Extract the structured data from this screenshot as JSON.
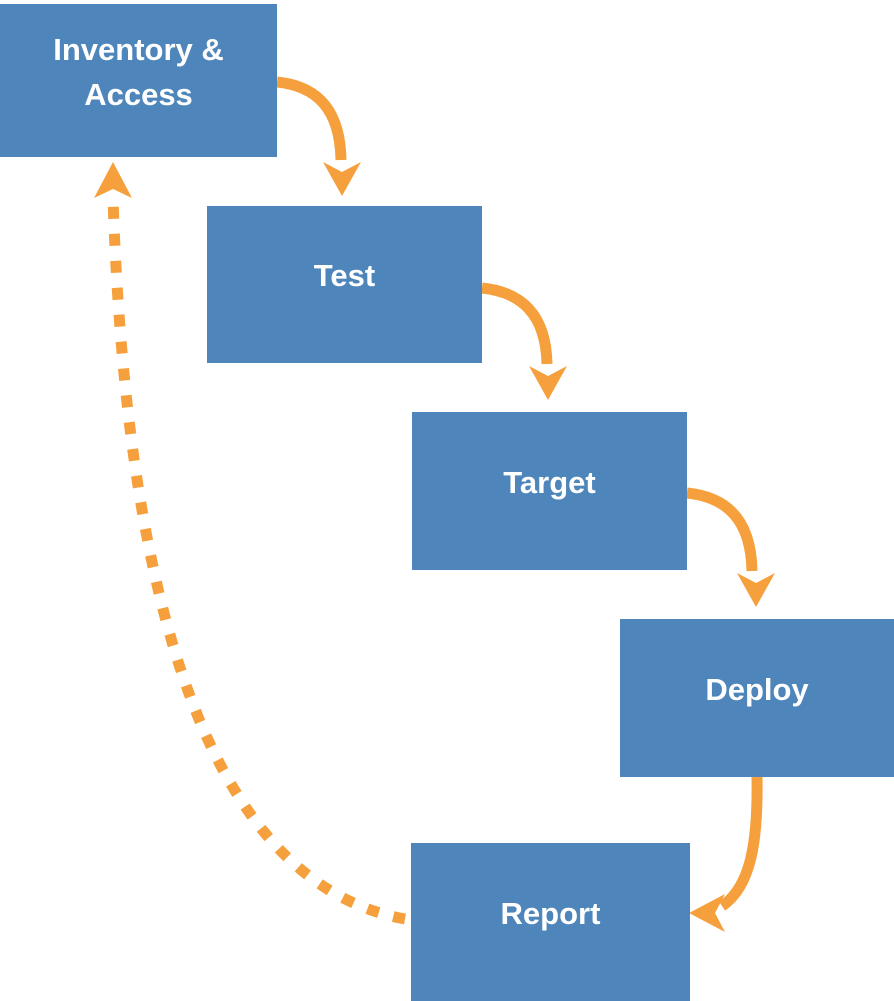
{
  "diagram": {
    "type": "flowchart",
    "nodes": [
      {
        "id": "inventory-access",
        "label": "Inventory & Access"
      },
      {
        "id": "test",
        "label": "Test"
      },
      {
        "id": "target",
        "label": "Target"
      },
      {
        "id": "deploy",
        "label": "Deploy"
      },
      {
        "id": "report",
        "label": "Report"
      }
    ],
    "edges": [
      {
        "from": "Inventory & Access",
        "to": "Test",
        "style": "solid",
        "direction": "down"
      },
      {
        "from": "Test",
        "to": "Target",
        "style": "solid",
        "direction": "down"
      },
      {
        "from": "Target",
        "to": "Deploy",
        "style": "solid",
        "direction": "down"
      },
      {
        "from": "Deploy",
        "to": "Report",
        "style": "solid",
        "direction": "left"
      },
      {
        "from": "Report",
        "to": "Inventory & Access",
        "style": "dashed",
        "direction": "up"
      }
    ],
    "colors": {
      "node_fill": "#4E86BC",
      "node_text": "#FFFFFF",
      "arrow": "#F5A03C",
      "background": "#FFFFFF"
    }
  }
}
